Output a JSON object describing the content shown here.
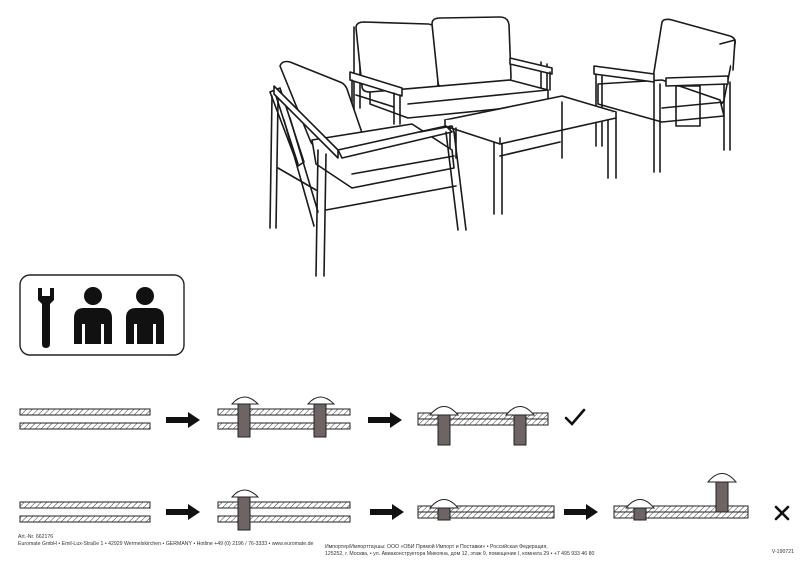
{
  "document": {
    "title": "Outdoor lounge furniture set assembly instructions",
    "tools_panel": {
      "wrench_icon": "wrench-icon",
      "persons_required": 2,
      "person_icon": "person-icon"
    },
    "bolt_rows": [
      {
        "row": "correct",
        "result_icon": "checkmark-icon"
      },
      {
        "row": "incorrect",
        "result_icon": "cross-icon"
      }
    ]
  },
  "footer": {
    "art_no": "Art.-Nr. 662176",
    "company": "Euromate GmbH • Emil-Lux-Straße 1 • 42929 Wermelskirchen • GERMANY • Hotline +49 (0) 2196 / 76-3333 • www.euromate.de",
    "importer_line1": "Импортер/Импорттаушы: ООО «ОБИ Прямой Импорт и Поставки» • Российская Федерация,",
    "importer_line2": "125252, г. Москва, • ул. Авиаконструктора Микояна, дом 12, этаж 9, помещение I, комната 29 • +7 495 933 46 80",
    "version": "V-190721"
  },
  "colors": {
    "line": "#1a1a1a",
    "bolt_fill": "#6e6463",
    "panel_border": "#222222"
  }
}
